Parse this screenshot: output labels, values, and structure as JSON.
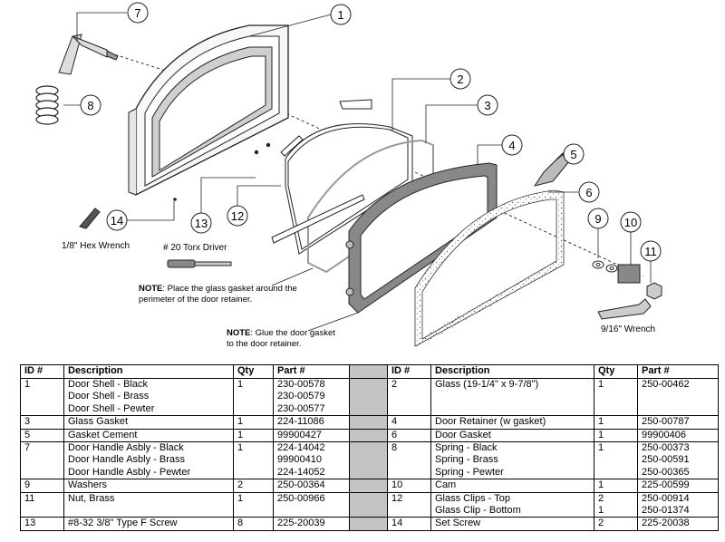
{
  "callouts": [
    "1",
    "2",
    "3",
    "4",
    "5",
    "6",
    "7",
    "8",
    "9",
    "10",
    "11",
    "12",
    "13",
    "14"
  ],
  "labels": {
    "hex_wrench": "1/8\" Hex Wrench",
    "torx_driver": "# 20 Torx Driver",
    "wrench_916": "9/16\" Wrench"
  },
  "notes": {
    "note1_prefix": "NOTE",
    "note1_line1": ": Place the glass gasket around the",
    "note1_line2": "perimeter of the door retainer.",
    "note2_prefix": "NOTE",
    "note2_line1": ": Glue the door gasket",
    "note2_line2": "to the door retainer."
  },
  "table": {
    "headers": [
      "ID #",
      "Description",
      "Qty",
      "Part #",
      "ID #",
      "Description",
      "Qty",
      "Part #"
    ],
    "rows": [
      {
        "l_id": "1",
        "l_desc": [
          "Door Shell - Black",
          "Door Shell - Brass",
          "Door Shell - Pewter"
        ],
        "l_qty": "1",
        "l_part": [
          "230-00578",
          "230-00579",
          "230-00577"
        ],
        "r_id": "2",
        "r_desc": [
          "Glass (19-1/4\" x 9-7/8\")"
        ],
        "r_qty": "1",
        "r_part": [
          "250-00462"
        ]
      },
      {
        "l_id": "3",
        "l_desc": [
          "Glass Gasket"
        ],
        "l_qty": "1",
        "l_part": [
          "224-11086"
        ],
        "r_id": "4",
        "r_desc": [
          "Door  Retainer (w gasket)"
        ],
        "r_qty": "1",
        "r_part": [
          "250-00787"
        ]
      },
      {
        "l_id": "5",
        "l_desc": [
          "Gasket Cement"
        ],
        "l_qty": "1",
        "l_part": [
          "99900427"
        ],
        "r_id": "6",
        "r_desc": [
          "Door Gasket"
        ],
        "r_qty": "1",
        "r_part": [
          "99900406"
        ]
      },
      {
        "l_id": "7",
        "l_desc": [
          "Door Handle Asbly - Black",
          "Door Handle Asbly - Brass",
          "Door Handle Asbly - Pewter"
        ],
        "l_qty": "1",
        "l_part": [
          "224-14042",
          "99900410",
          "224-14052"
        ],
        "r_id": "8",
        "r_desc": [
          "Spring - Black",
          "Spring - Brass",
          "Spring - Pewter"
        ],
        "r_qty": "1",
        "r_part": [
          "250-00373",
          "250-00591",
          "250-00365"
        ]
      },
      {
        "l_id": "9",
        "l_desc": [
          "Washers"
        ],
        "l_qty": "2",
        "l_part": [
          "250-00364"
        ],
        "r_id": "10",
        "r_desc": [
          "Cam"
        ],
        "r_qty": "1",
        "r_part": [
          "225-00599"
        ]
      },
      {
        "l_id": "11",
        "l_desc": [
          "Nut, Brass"
        ],
        "l_qty": "1",
        "l_part": [
          "250-00966"
        ],
        "r_id": "12",
        "r_desc": [
          "Glass Clips - Top",
          "Glass Clip - Bottom"
        ],
        "r_qty": [
          "2",
          "1"
        ],
        "r_part": [
          "250-00914",
          "250-01374"
        ]
      },
      {
        "l_id": "13",
        "l_desc": [
          "#8-32 3/8\" Type F Screw"
        ],
        "l_qty": "8",
        "l_part": [
          "225-20039"
        ],
        "r_id": "14",
        "r_desc": [
          "Set Screw"
        ],
        "r_qty": "2",
        "r_part": [
          "225-20038"
        ]
      }
    ]
  }
}
